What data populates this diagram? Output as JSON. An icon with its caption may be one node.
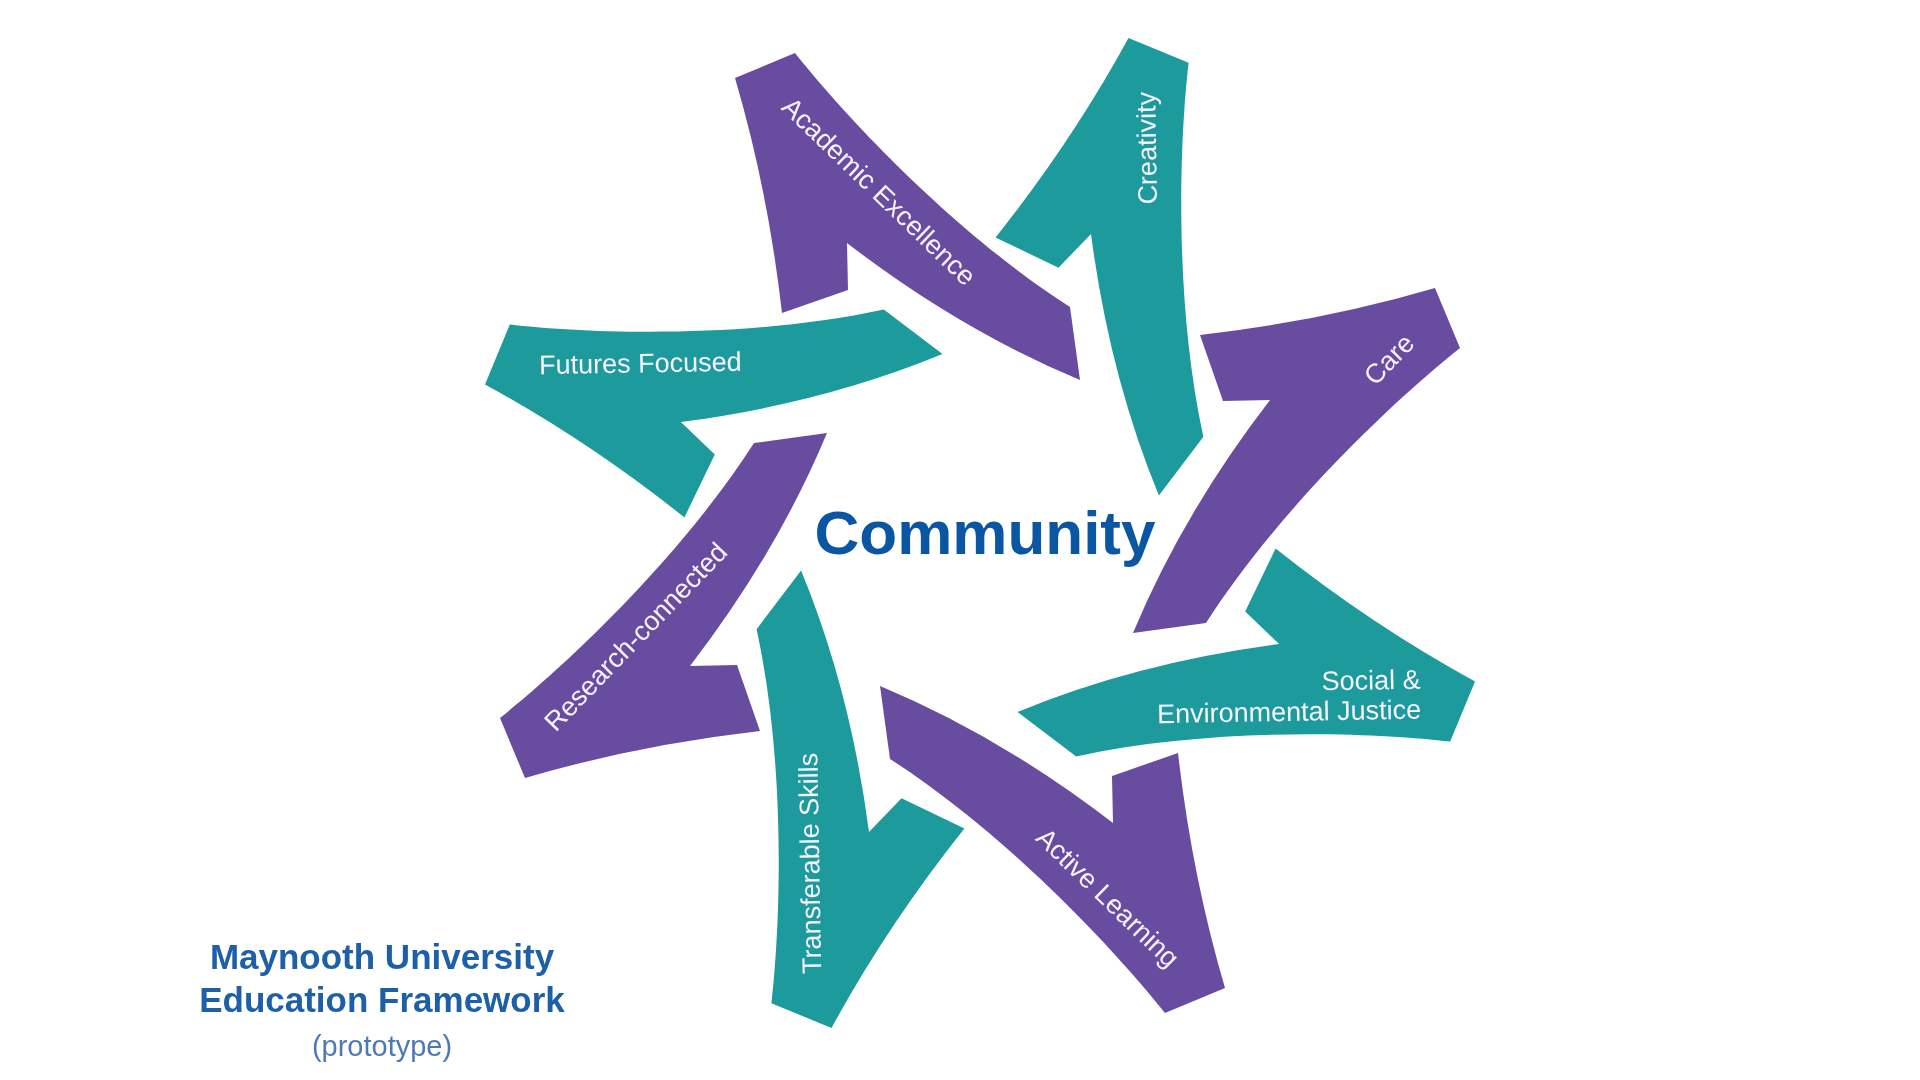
{
  "diagram": {
    "title": "Maynooth University Education Framework",
    "nodes": [
      {
        "text": [
          "Academic Excellence"
        ]
      },
      {
        "text": [
          "Creativity"
        ]
      },
      {
        "text": [
          "Care"
        ]
      },
      {
        "text": [
          "Social & Environmental Justice"
        ]
      },
      {
        "text": [
          "Active Learning"
        ]
      },
      {
        "text": [
          "Transferable Skills"
        ]
      },
      {
        "text": [
          "Research-connected"
        ]
      },
      {
        "text": [
          "Futures Focused"
        ]
      }
    ],
    "labels": [
      "Community",
      "(prototype)"
    ]
  }
}
